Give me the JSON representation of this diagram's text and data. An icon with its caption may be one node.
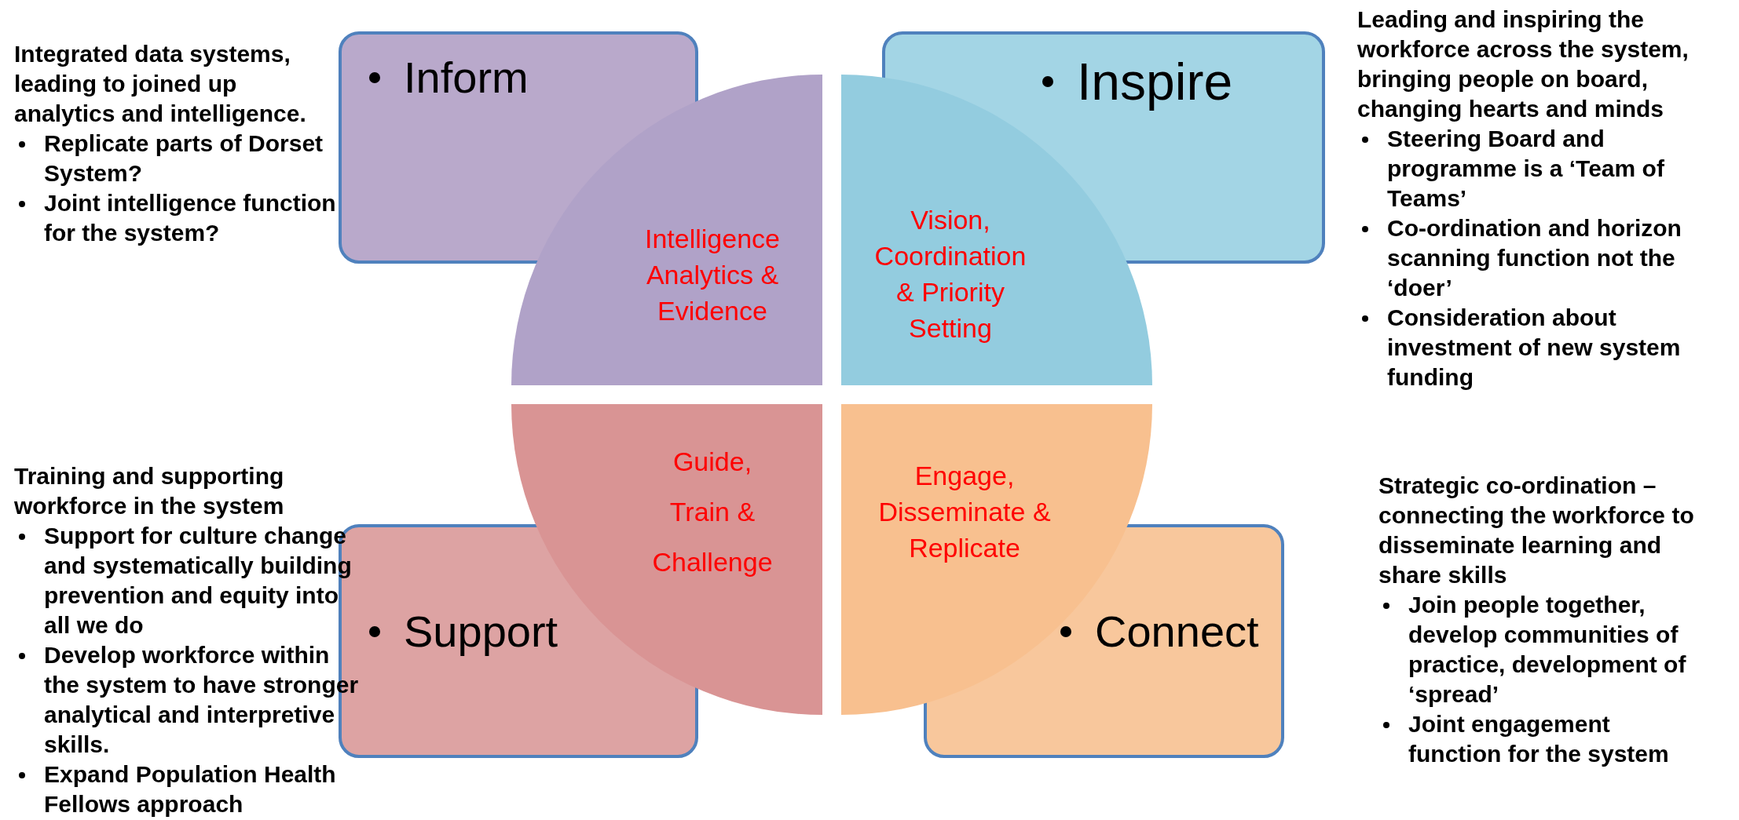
{
  "diagram": {
    "nodes": [
      {
        "text": [
          "Inform"
        ]
      },
      {
        "text": [
          "Inspire"
        ]
      },
      {
        "text": [
          "Support"
        ]
      },
      {
        "text": [
          "Connect"
        ]
      },
      {
        "text": [
          "Intelligence Analytics & Evidence"
        ]
      },
      {
        "text": [
          "Vision, Coordination & Priority Setting"
        ]
      },
      {
        "text": [
          "Guide, Train & Challenge"
        ]
      },
      {
        "text": [
          "Engage, Disseminate & Replicate"
        ]
      }
    ],
    "edges": [],
    "labels": [
      "Integrated data systems, leading to joined up analytics and intelligence.",
      "Replicate parts of Dorset System?",
      "Joint intelligence function for the system?",
      "Leading and inspiring the workforce across the system, bringing people on board, changing hearts and minds",
      "Steering Board and programme is a ‘Team of Teams’",
      "Co-ordination and horizon scanning function not the ‘doer’",
      "Consideration about investment of new system funding",
      "Training and supporting workforce in the system",
      "Support for culture change and systematically building prevention and equity into all we do",
      "Develop workforce within the system to have stronger analytical and interpretive skills.",
      "Expand Population Health Fellows approach",
      "Strategic co-ordination – connecting the workforce to disseminate learning and share skills",
      "Join people together, develop communities of practice, development of ‘spread’",
      "Joint engagement function for the system"
    ]
  }
}
